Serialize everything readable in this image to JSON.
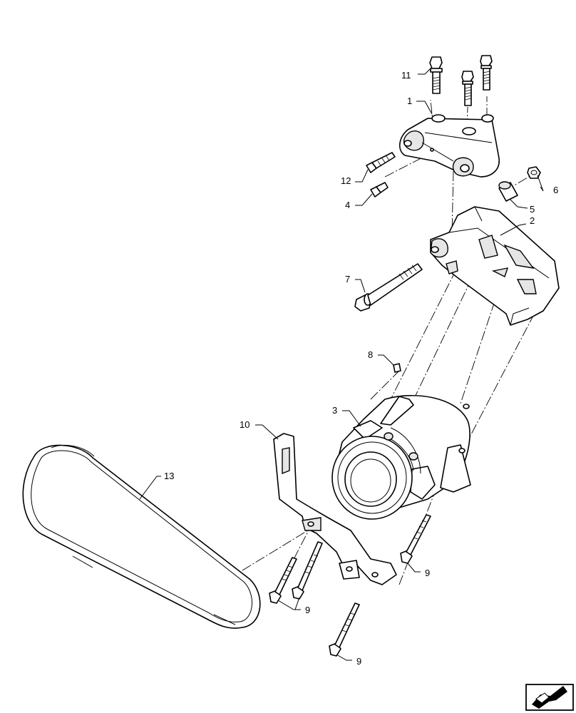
{
  "callouts": {
    "c1": "1",
    "c2": "2",
    "c3": "3",
    "c4": "4",
    "c5": "5",
    "c6": "6",
    "c7": "7",
    "c8": "8",
    "c9a": "9",
    "c9b": "9",
    "c9c": "9",
    "c10": "10",
    "c11": "11",
    "c12": "12",
    "c13": "13"
  },
  "icons": {
    "corner": "direction-arrow-icon"
  }
}
